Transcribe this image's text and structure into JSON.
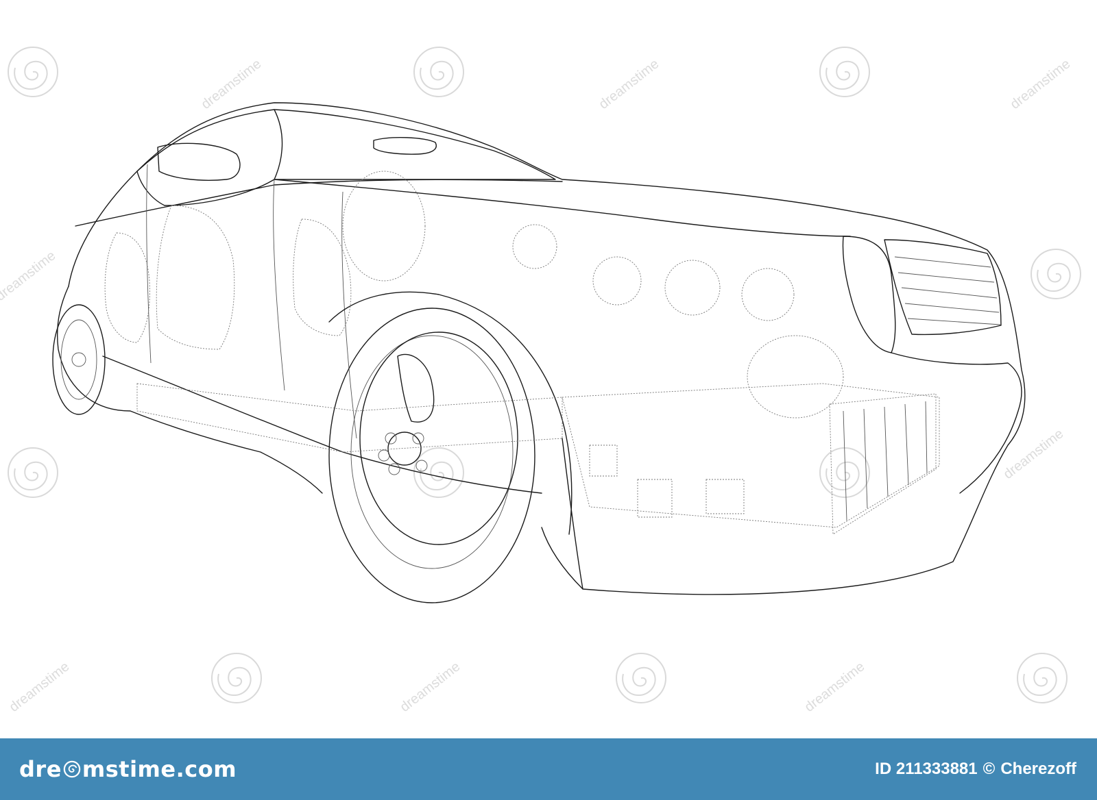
{
  "image": {
    "subject": "wireframe-car",
    "background_color": "#ffffff",
    "line_color": "#1a1a1a"
  },
  "watermark": {
    "text": "dreamstime"
  },
  "footer": {
    "brand_prefix": "dre",
    "brand_suffix": "mstime.com",
    "brand_icon": "spiral-icon",
    "id_label": "ID 211333881",
    "copyright_symbol": "©",
    "author": "Cherezoff",
    "background_color": "#4188b5",
    "text_color": "#ffffff"
  }
}
